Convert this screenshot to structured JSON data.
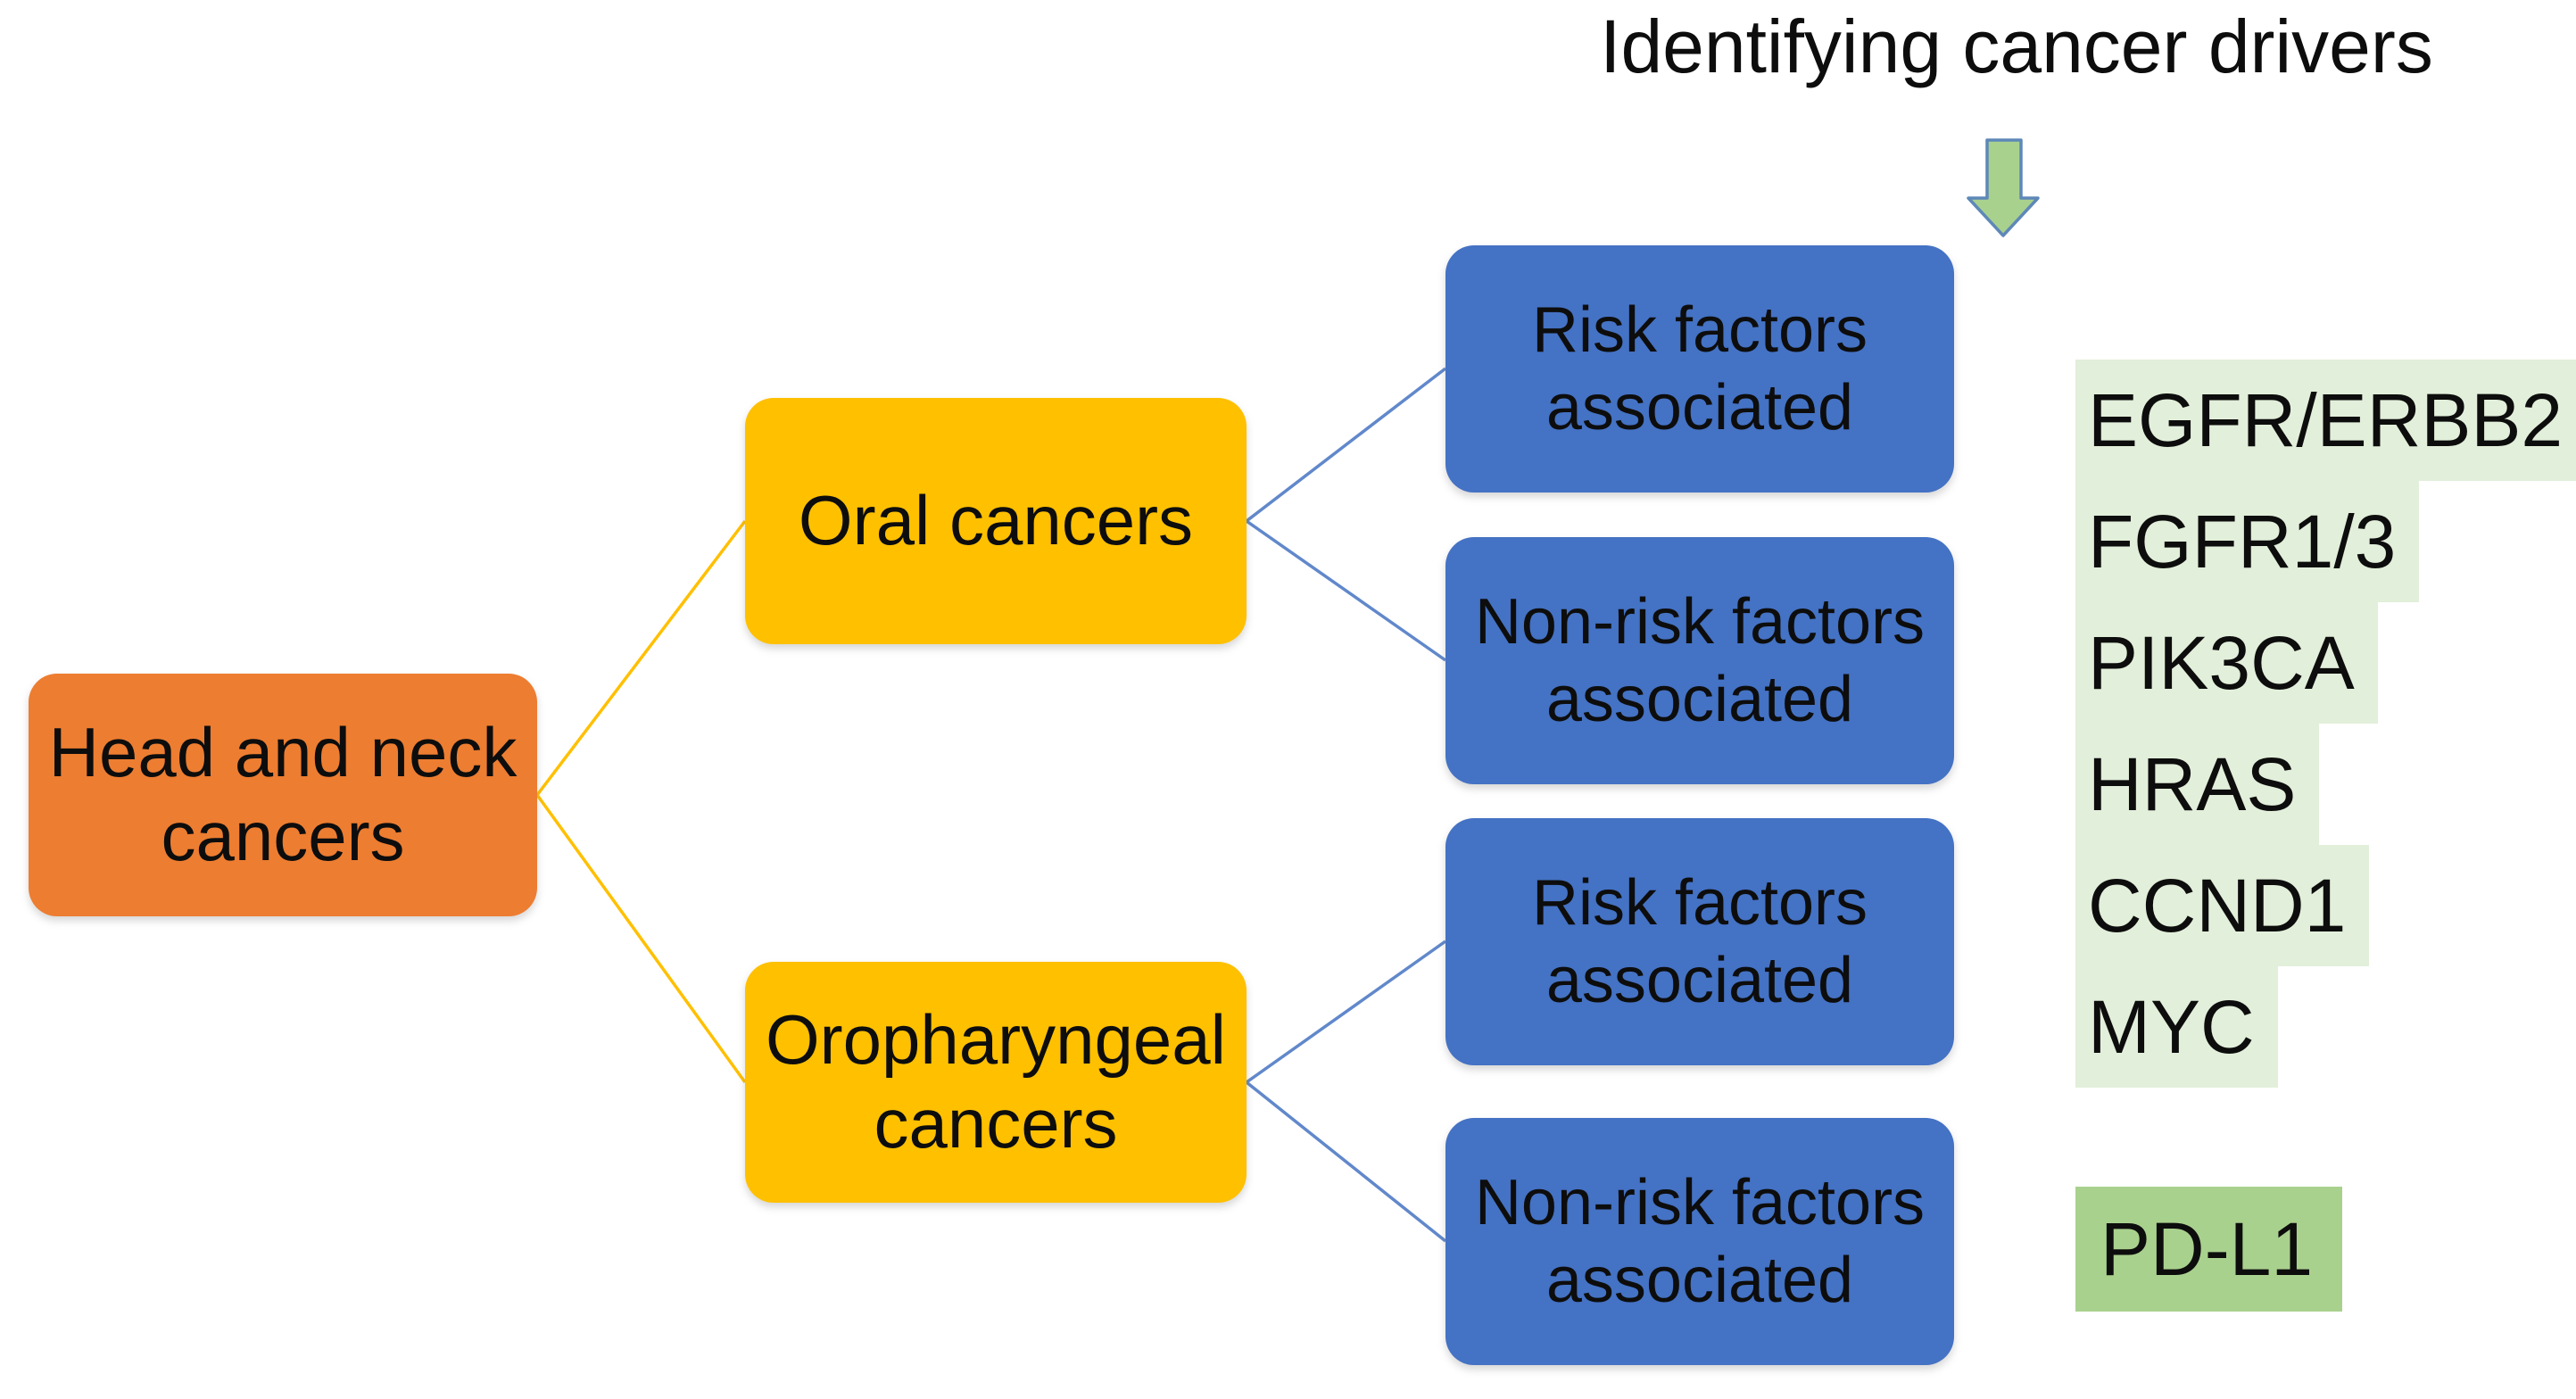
{
  "title": "Identifying cancer drivers",
  "nodes": {
    "root": {
      "label": "Head and neck\ncancers"
    },
    "oral": {
      "label": "Oral cancers"
    },
    "oropharyngeal": {
      "label": "Oropharyngeal\ncancers"
    },
    "oral_risk": {
      "label": "Risk factors\nassociated"
    },
    "oral_nonrisk": {
      "label": "Non-risk factors\nassociated"
    },
    "oropharyngeal_risk": {
      "label": "Risk factors\nassociated"
    },
    "oropharyngeal_nonrisk": {
      "label": "Non-risk factors\nassociated"
    }
  },
  "gene_panel": {
    "risk_genes": [
      "EGFR/ERBB2",
      "FGFR1/3",
      "PIK3CA",
      "HRAS",
      "CCND1",
      "MYC"
    ],
    "nonrisk_genes": [
      "PD-L1"
    ]
  },
  "colors": {
    "root_box": "#ED7D31",
    "cancer_type_box": "#FFC000",
    "factor_box": "#4472C4",
    "gene_highlight": "#E2EFDA",
    "pdl1_highlight": "#A9D18E",
    "arrow_fill": "#A9D18E",
    "arrow_outline": "#5E88B8",
    "yellow_connector": "#FFC000",
    "blue_connector": "#6188CB"
  }
}
